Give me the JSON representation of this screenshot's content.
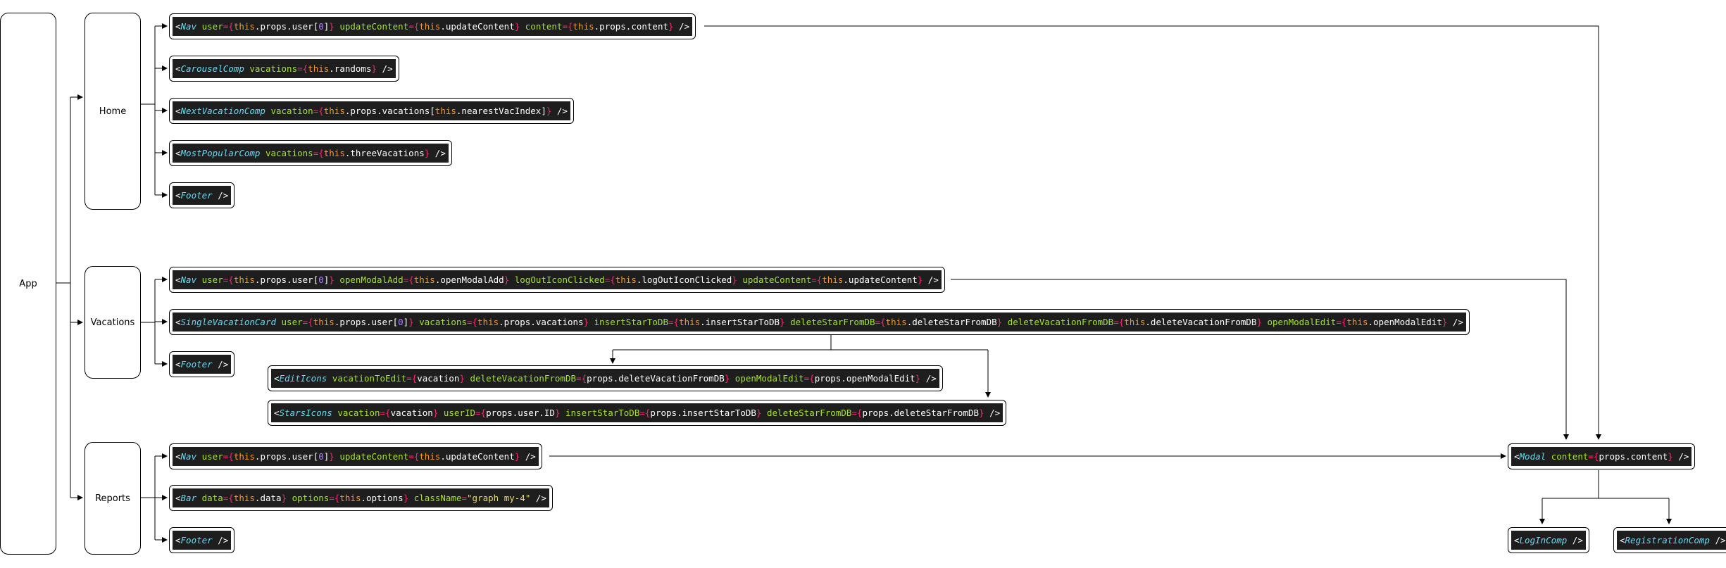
{
  "columns": [
    {
      "id": "app",
      "label": "App"
    },
    {
      "id": "home",
      "label": "Home"
    },
    {
      "id": "vacations",
      "label": "Vacations"
    },
    {
      "id": "reports",
      "label": "Reports"
    }
  ],
  "nodes": [
    {
      "id": "home-nav",
      "tokens": [
        [
          "br",
          "<"
        ],
        [
          "tag",
          "Nav"
        ],
        [
          "attr",
          " user"
        ],
        [
          "eq",
          "={"
        ],
        [
          "this",
          "this"
        ],
        [
          "plain",
          ".props.user["
        ],
        [
          "num",
          "0"
        ],
        [
          "plain",
          "]"
        ],
        [
          "eq",
          "}"
        ],
        [
          "attr",
          " updateContent"
        ],
        [
          "eq",
          "={"
        ],
        [
          "this",
          "this"
        ],
        [
          "plain",
          ".updateContent"
        ],
        [
          "eq",
          "}"
        ],
        [
          "attr",
          " content"
        ],
        [
          "eq",
          "={"
        ],
        [
          "this",
          "this"
        ],
        [
          "plain",
          ".props.content"
        ],
        [
          "eq",
          "}"
        ],
        [
          "br",
          " />"
        ]
      ]
    },
    {
      "id": "home-carousel",
      "tokens": [
        [
          "br",
          "<"
        ],
        [
          "tag",
          "CarouselComp"
        ],
        [
          "attr",
          " vacations"
        ],
        [
          "eq",
          "={"
        ],
        [
          "this",
          "this"
        ],
        [
          "plain",
          ".randoms"
        ],
        [
          "eq",
          "}"
        ],
        [
          "br",
          " />"
        ]
      ]
    },
    {
      "id": "home-next-vacation",
      "tokens": [
        [
          "br",
          "<"
        ],
        [
          "tag",
          "NextVacationComp"
        ],
        [
          "attr",
          " vacation"
        ],
        [
          "eq",
          "={"
        ],
        [
          "this",
          "this"
        ],
        [
          "plain",
          ".props.vacations["
        ],
        [
          "this",
          "this"
        ],
        [
          "plain",
          ".nearestVacIndex]"
        ],
        [
          "eq",
          "}"
        ],
        [
          "br",
          " />"
        ]
      ]
    },
    {
      "id": "home-most-popular",
      "tokens": [
        [
          "br",
          "<"
        ],
        [
          "tag",
          "MostPopularComp"
        ],
        [
          "attr",
          " vacations"
        ],
        [
          "eq",
          "={"
        ],
        [
          "this",
          "this"
        ],
        [
          "plain",
          ".threeVacations"
        ],
        [
          "eq",
          "}"
        ],
        [
          "br",
          " />"
        ]
      ]
    },
    {
      "id": "home-footer",
      "tokens": [
        [
          "br",
          "<"
        ],
        [
          "tag",
          "Footer"
        ],
        [
          "br",
          " />"
        ]
      ]
    },
    {
      "id": "vac-nav",
      "tokens": [
        [
          "br",
          "<"
        ],
        [
          "tag",
          "Nav"
        ],
        [
          "attr",
          " user"
        ],
        [
          "eq",
          "={"
        ],
        [
          "this",
          "this"
        ],
        [
          "plain",
          ".props.user["
        ],
        [
          "num",
          "0"
        ],
        [
          "plain",
          "]"
        ],
        [
          "eq",
          "}"
        ],
        [
          "attr",
          " openModalAdd"
        ],
        [
          "eq",
          "={"
        ],
        [
          "this",
          "this"
        ],
        [
          "plain",
          ".openModalAdd"
        ],
        [
          "eq",
          "}"
        ],
        [
          "attr",
          " logOutIconClicked"
        ],
        [
          "eq",
          "={"
        ],
        [
          "this",
          "this"
        ],
        [
          "plain",
          ".logOutIconClicked"
        ],
        [
          "eq",
          "}"
        ],
        [
          "attr",
          " updateContent"
        ],
        [
          "eq",
          "={"
        ],
        [
          "this",
          "this"
        ],
        [
          "plain",
          ".updateContent"
        ],
        [
          "eq",
          "}"
        ],
        [
          "br",
          " />"
        ]
      ]
    },
    {
      "id": "vac-single-card",
      "tokens": [
        [
          "br",
          "<"
        ],
        [
          "tag",
          "SingleVacationCard"
        ],
        [
          "attr",
          " user"
        ],
        [
          "eq",
          "={"
        ],
        [
          "this",
          "this"
        ],
        [
          "plain",
          ".props.user["
        ],
        [
          "num",
          "0"
        ],
        [
          "plain",
          "]"
        ],
        [
          "eq",
          "}"
        ],
        [
          "attr",
          " vacations"
        ],
        [
          "eq",
          "={"
        ],
        [
          "this",
          "this"
        ],
        [
          "plain",
          ".props.vacations"
        ],
        [
          "eq",
          "}"
        ],
        [
          "attr",
          " insertStarToDB"
        ],
        [
          "eq",
          "={"
        ],
        [
          "this",
          "this"
        ],
        [
          "plain",
          ".insertStarToDB"
        ],
        [
          "eq",
          "}"
        ],
        [
          "attr",
          " deleteStarFromDB"
        ],
        [
          "eq",
          "={"
        ],
        [
          "this",
          "this"
        ],
        [
          "plain",
          ".deleteStarFromDB"
        ],
        [
          "eq",
          "}"
        ],
        [
          "attr",
          " deleteVacationFromDB"
        ],
        [
          "eq",
          "={"
        ],
        [
          "this",
          "this"
        ],
        [
          "plain",
          ".deleteVacationFromDB"
        ],
        [
          "eq",
          "}"
        ],
        [
          "attr",
          " openModalEdit"
        ],
        [
          "eq",
          "={"
        ],
        [
          "this",
          "this"
        ],
        [
          "plain",
          ".openModalEdit"
        ],
        [
          "eq",
          "}"
        ],
        [
          "br",
          " />"
        ]
      ]
    },
    {
      "id": "vac-footer",
      "tokens": [
        [
          "br",
          "<"
        ],
        [
          "tag",
          "Footer"
        ],
        [
          "br",
          " />"
        ]
      ]
    },
    {
      "id": "vac-edit-icons",
      "tokens": [
        [
          "br",
          "<"
        ],
        [
          "tag",
          "EditIcons"
        ],
        [
          "attr",
          " vacationToEdit"
        ],
        [
          "eq",
          "={"
        ],
        [
          "plain",
          "vacation"
        ],
        [
          "eq",
          "}"
        ],
        [
          "attr",
          " deleteVacationFromDB"
        ],
        [
          "eq",
          "={"
        ],
        [
          "plain",
          "props.deleteVacationFromDB"
        ],
        [
          "eq",
          "}"
        ],
        [
          "attr",
          " openModalEdit"
        ],
        [
          "eq",
          "={"
        ],
        [
          "plain",
          "props.openModalEdit"
        ],
        [
          "eq",
          "}"
        ],
        [
          "br",
          " />"
        ]
      ]
    },
    {
      "id": "vac-stars-icons",
      "tokens": [
        [
          "br",
          "<"
        ],
        [
          "tag",
          "StarsIcons"
        ],
        [
          "attr",
          " vacation"
        ],
        [
          "eq",
          "={"
        ],
        [
          "plain",
          "vacation"
        ],
        [
          "eq",
          "}"
        ],
        [
          "attr",
          " userID"
        ],
        [
          "eq",
          "={"
        ],
        [
          "plain",
          "props.user.ID"
        ],
        [
          "eq",
          "}"
        ],
        [
          "attr",
          " insertStarToDB"
        ],
        [
          "eq",
          "={"
        ],
        [
          "plain",
          "props.insertStarToDB"
        ],
        [
          "eq",
          "}"
        ],
        [
          "attr",
          " deleteStarFromDB"
        ],
        [
          "eq",
          "={"
        ],
        [
          "plain",
          "props.deleteStarFromDB"
        ],
        [
          "eq",
          "}"
        ],
        [
          "br",
          " />"
        ]
      ]
    },
    {
      "id": "rep-nav",
      "tokens": [
        [
          "br",
          "<"
        ],
        [
          "tag",
          "Nav"
        ],
        [
          "attr",
          " user"
        ],
        [
          "eq",
          "={"
        ],
        [
          "this",
          "this"
        ],
        [
          "plain",
          ".props.user["
        ],
        [
          "num",
          "0"
        ],
        [
          "plain",
          "]"
        ],
        [
          "eq",
          "}"
        ],
        [
          "attr",
          " updateContent"
        ],
        [
          "eq",
          "={"
        ],
        [
          "this",
          "this"
        ],
        [
          "plain",
          ".updateContent"
        ],
        [
          "eq",
          "}"
        ],
        [
          "br",
          " />"
        ]
      ]
    },
    {
      "id": "rep-bar",
      "tokens": [
        [
          "br",
          "<"
        ],
        [
          "tag",
          "Bar"
        ],
        [
          "attr",
          " data"
        ],
        [
          "eq",
          "={"
        ],
        [
          "this",
          "this"
        ],
        [
          "plain",
          ".data"
        ],
        [
          "eq",
          "}"
        ],
        [
          "attr",
          " options"
        ],
        [
          "eq",
          "={"
        ],
        [
          "this",
          "this"
        ],
        [
          "plain",
          ".options"
        ],
        [
          "eq",
          "}"
        ],
        [
          "attr",
          " className"
        ],
        [
          "eq",
          "="
        ],
        [
          "str",
          "\"graph my-4\""
        ],
        [
          "br",
          " />"
        ]
      ]
    },
    {
      "id": "rep-footer",
      "tokens": [
        [
          "br",
          "<"
        ],
        [
          "tag",
          "Footer"
        ],
        [
          "br",
          " />"
        ]
      ]
    },
    {
      "id": "modal",
      "tokens": [
        [
          "br",
          "<"
        ],
        [
          "tag",
          "Modal"
        ],
        [
          "attr",
          " content"
        ],
        [
          "eq",
          "={"
        ],
        [
          "plain",
          "props.content"
        ],
        [
          "eq",
          "}"
        ],
        [
          "br",
          " />"
        ]
      ]
    },
    {
      "id": "login-comp",
      "tokens": [
        [
          "br",
          "<"
        ],
        [
          "tag",
          "LogInComp"
        ],
        [
          "br",
          " />"
        ]
      ]
    },
    {
      "id": "registration-comp",
      "tokens": [
        [
          "br",
          "<"
        ],
        [
          "tag",
          "RegistrationComp"
        ],
        [
          "br",
          " />"
        ]
      ]
    }
  ],
  "colors": {
    "code_bg": "#1e1e1e",
    "tag": "#66d9ef",
    "attr": "#a6e22e",
    "punct": "#f92672",
    "this": "#fd971f",
    "number": "#ae81ff",
    "string": "#e6db74",
    "line": "#000000"
  }
}
